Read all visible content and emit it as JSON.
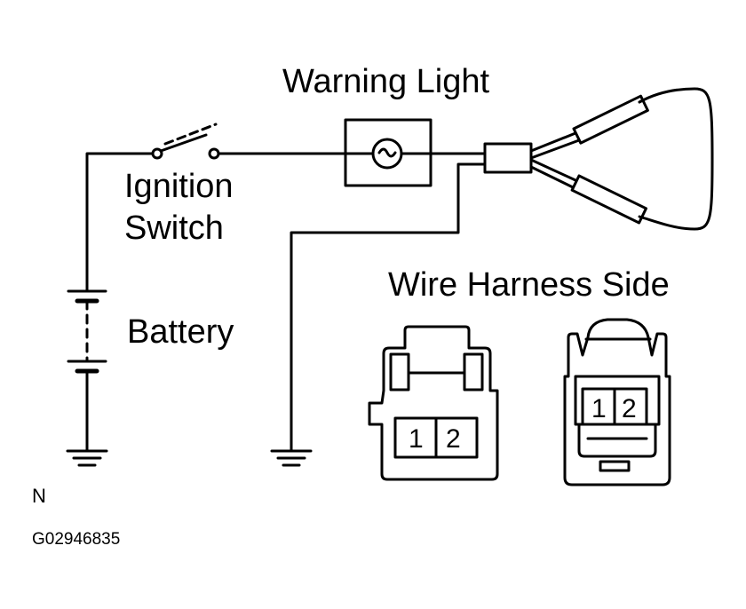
{
  "labels": {
    "warning_light": "Warning Light",
    "ignition": "Ignition",
    "switch": "Switch",
    "battery": "Battery",
    "wire_harness_side": "Wire Harness Side",
    "north_marker": "N",
    "figure_code": "G02946835"
  },
  "connectors": {
    "left": {
      "pin1": "1",
      "pin2": "2"
    },
    "right": {
      "pin1": "1",
      "pin2": "2"
    }
  }
}
